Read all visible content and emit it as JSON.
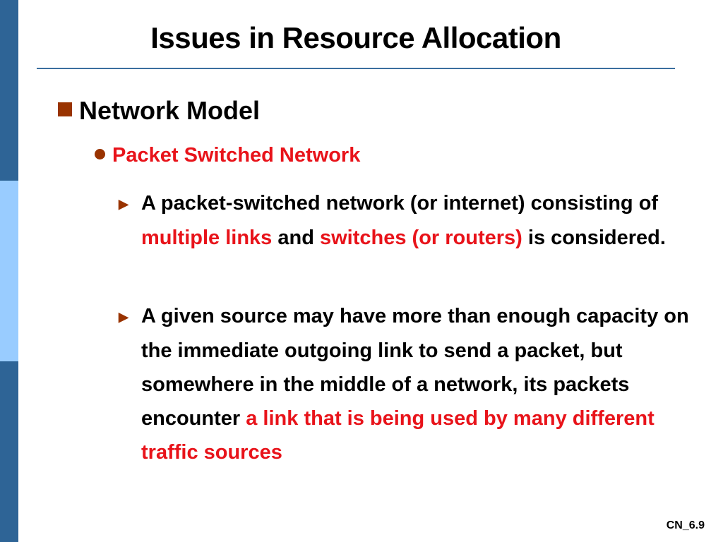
{
  "slide": {
    "title": "Issues in Resource Allocation",
    "number": "CN_6.9"
  },
  "level1": {
    "text": "Network Model"
  },
  "level2": {
    "text": "Packet Switched Network"
  },
  "bullets": [
    {
      "t1": "A packet-switched network (or internet) consisting of ",
      "h1": "multiple links",
      "t2": " and ",
      "h2": "switches (or routers)",
      "t3": " is considered."
    },
    {
      "t1": "A given source may have more than enough capacity on the immediate outgoing link to send a packet, but somewhere in the middle of a network, its packets encounter ",
      "h1": "a link that is being used by many different traffic sources"
    }
  ],
  "colors": {
    "sidebar_dark": "#2e6496",
    "sidebar_light": "#99ccff",
    "bullet_marker": "#993300",
    "highlight": "#e8131a",
    "title_rule": "#3a6f9f"
  },
  "icons": {
    "level1_marker": "square-bullet-icon",
    "level2_marker": "round-bullet-icon",
    "level3_marker": "triangle-arrow-icon"
  }
}
